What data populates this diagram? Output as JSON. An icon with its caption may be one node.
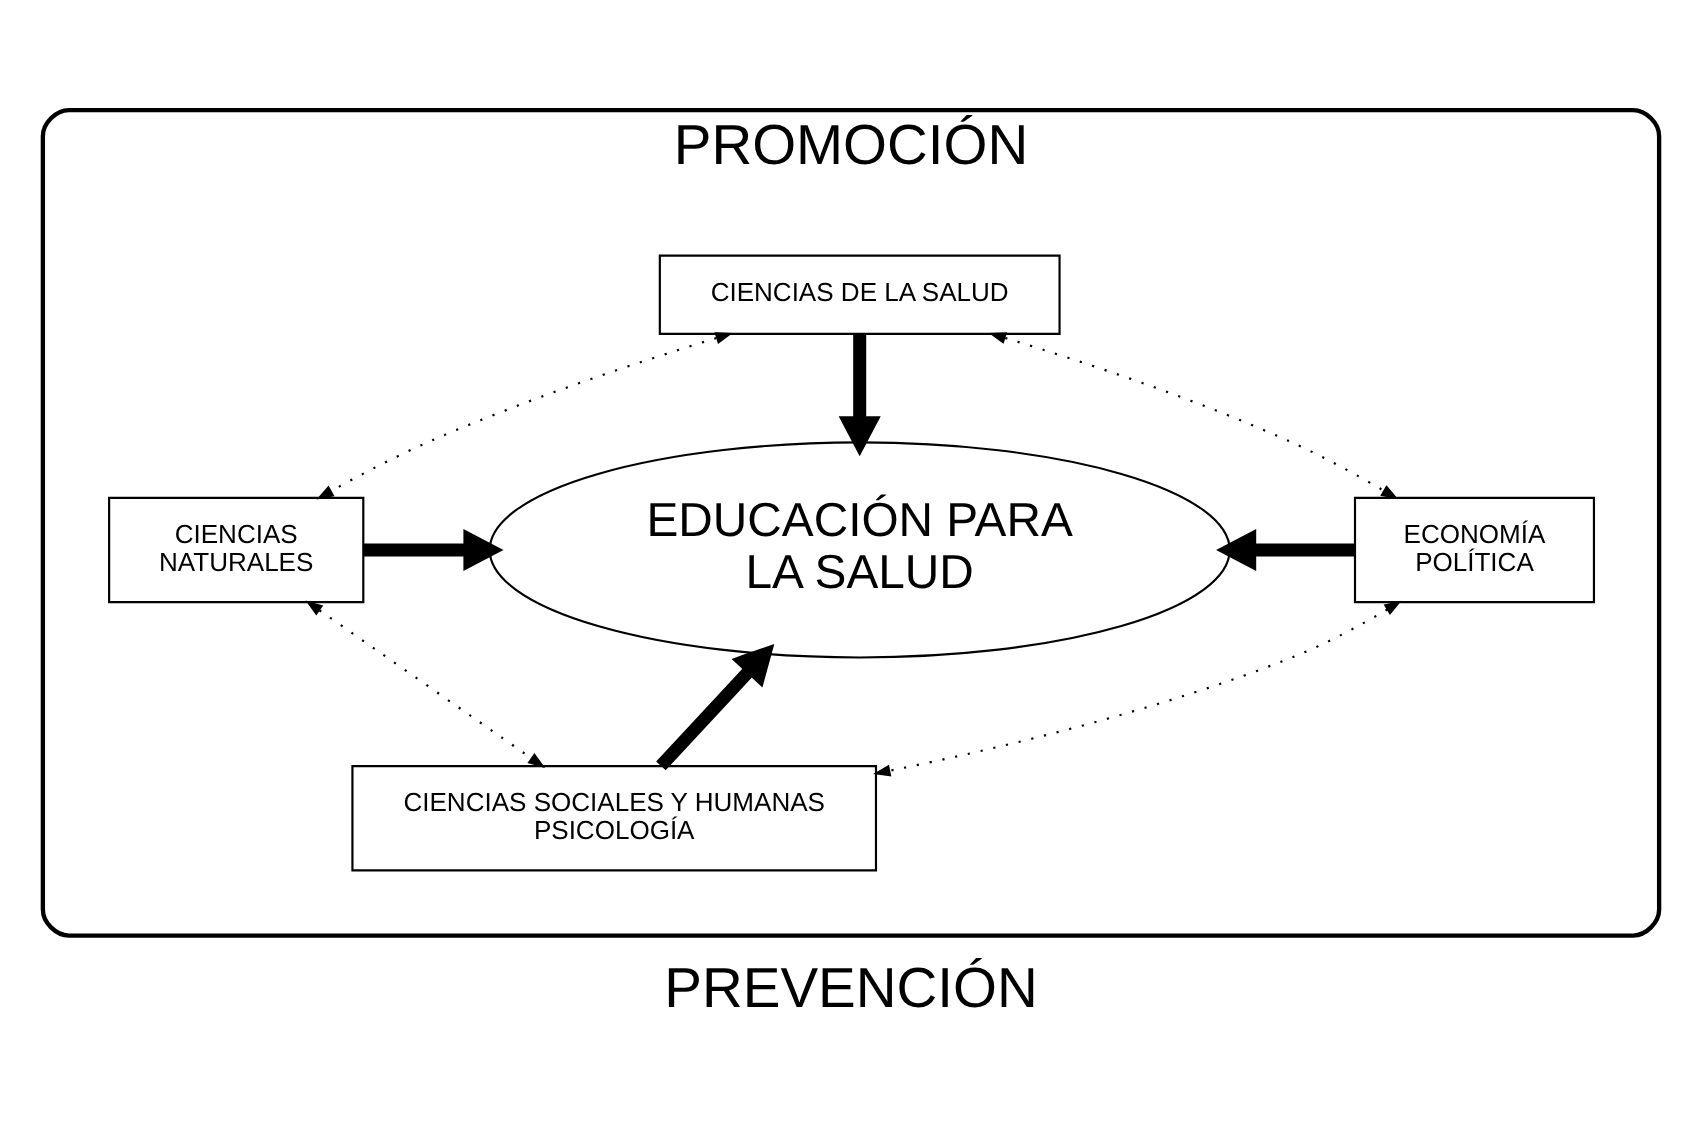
{
  "diagram": {
    "nodes": [
      {
        "text": [
          "PROMOCIÓN",
          "PREVENCIÓN"
        ]
      },
      {
        "text": [
          "CIENCIAS DE LA SALUD"
        ],
        "in": 0
      },
      {
        "text": [
          "CIENCIAS NATURALES"
        ],
        "in": 0
      },
      {
        "text": [
          "EDUCACIÓN PARA LA SALUD"
        ],
        "in": 0
      },
      {
        "text": [
          "ECONOMÍA POLÍTICA"
        ],
        "in": 0
      },
      {
        "text": [
          "CIENCIAS SOCIALES Y HUMANAS PSICOLOGÍA"
        ],
        "in": 0
      }
    ],
    "edges": [
      {
        "from": 1,
        "to": 3,
        "arrow": "to",
        "style": "thick"
      },
      {
        "from": 2,
        "to": 3,
        "arrow": "to",
        "style": "thick"
      },
      {
        "from": 4,
        "to": 3,
        "arrow": "to",
        "style": "thick"
      },
      {
        "from": 5,
        "to": 3,
        "arrow": "to",
        "style": "thick"
      },
      {
        "from": 1,
        "to": 2,
        "arrow": "both",
        "style": "dashed"
      },
      {
        "from": 1,
        "to": 4,
        "arrow": "both",
        "style": "dashed"
      },
      {
        "from": 2,
        "to": 5,
        "arrow": "both",
        "style": "dashed"
      },
      {
        "from": 4,
        "to": 5,
        "arrow": "both",
        "style": "dashed"
      }
    ]
  }
}
